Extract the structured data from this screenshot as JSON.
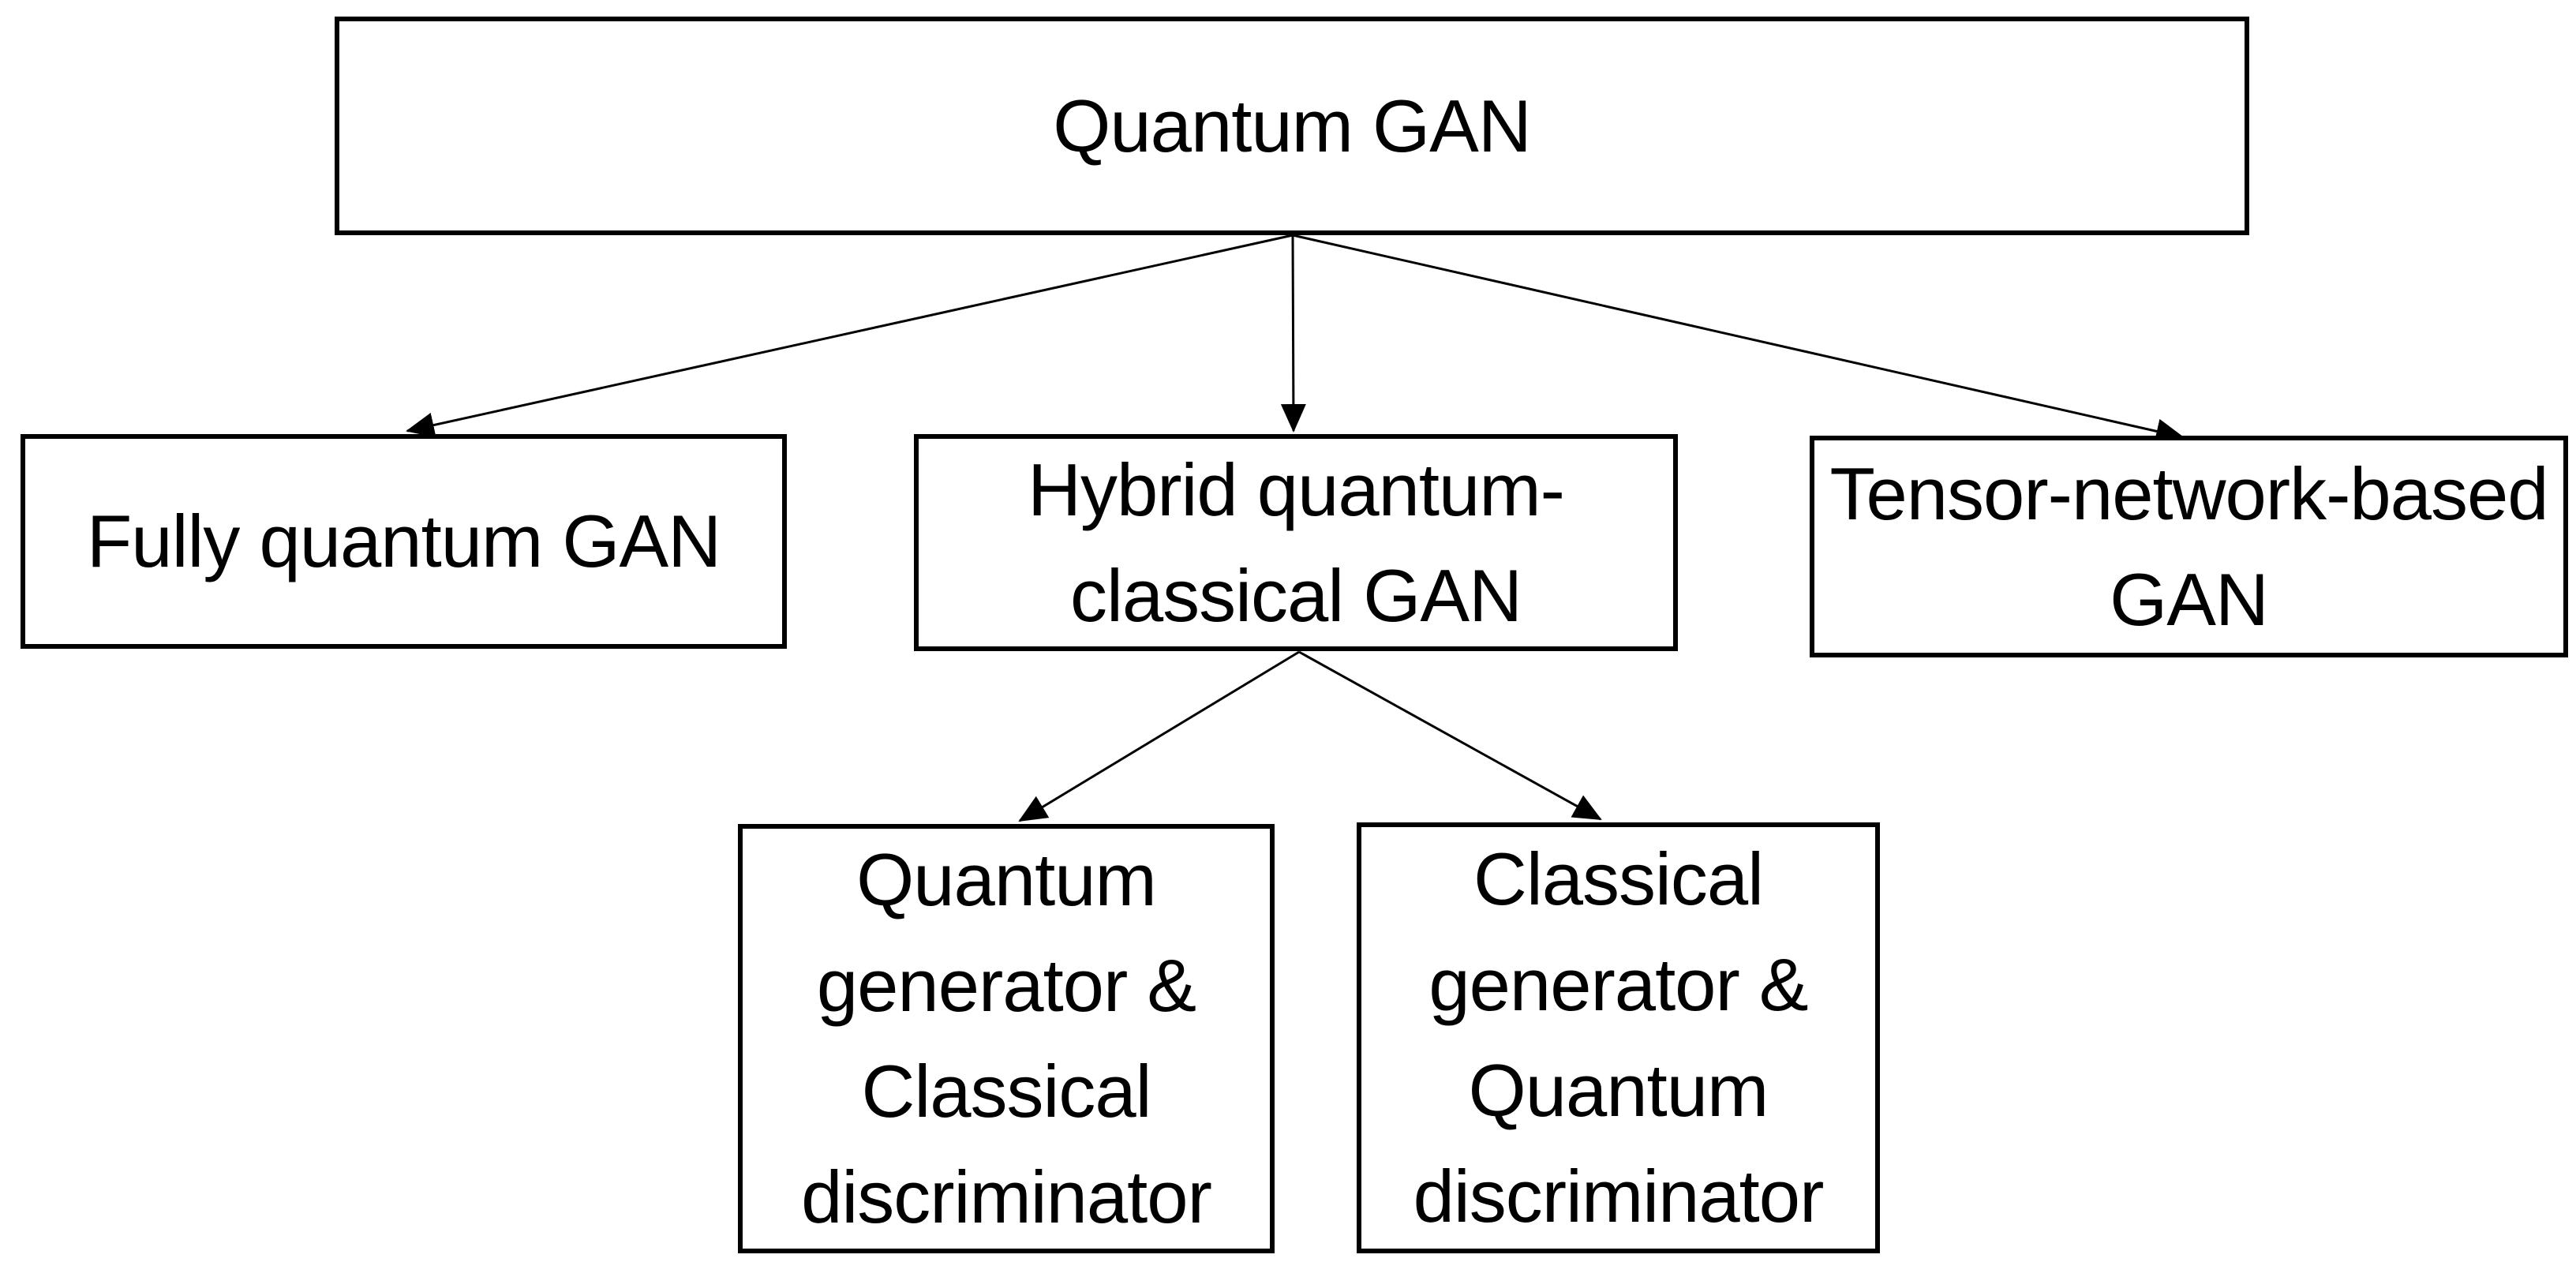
{
  "canvas": {
    "background_color": "#ffffff",
    "line_color": "#000000"
  },
  "nodes": {
    "root": {
      "label": "Quantum GAN"
    },
    "fully_quantum": {
      "label": "Fully quantum GAN"
    },
    "hybrid": {
      "label": "Hybrid quantum-\nclassical GAN"
    },
    "tensor_network": {
      "label": "Tensor-network-based\nGAN"
    },
    "quantum_gen": {
      "label": "Quantum\ngenerator &\nClassical\ndiscriminator"
    },
    "classical_gen": {
      "label": "Classical\ngenerator &\nQuantum\ndiscriminator"
    }
  },
  "edges": [
    {
      "from": "root",
      "to": "fully_quantum"
    },
    {
      "from": "root",
      "to": "hybrid"
    },
    {
      "from": "root",
      "to": "tensor_network"
    },
    {
      "from": "hybrid",
      "to": "quantum_gen"
    },
    {
      "from": "hybrid",
      "to": "classical_gen"
    }
  ]
}
